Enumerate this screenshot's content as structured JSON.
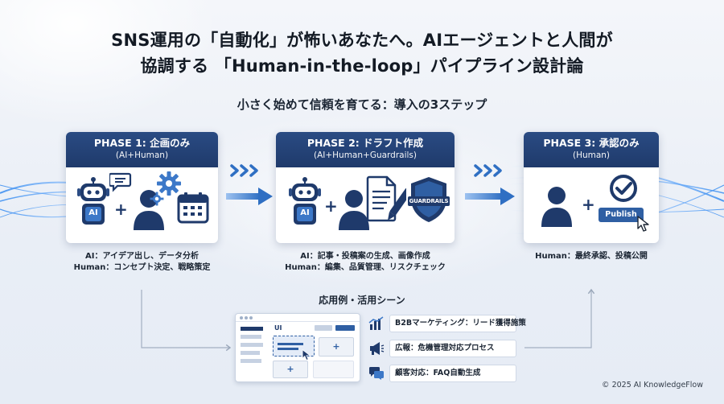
{
  "title": {
    "line1": "SNS運用の「自動化」が怖いあなたへ。AIエージェントと人間が",
    "line2": "協調する 「Human-in-the-loop」パイプライン設計論"
  },
  "subtitle": "小さく始めて信頼を育てる：導入の3ステップ",
  "phases": [
    {
      "title": "PHASE 1: 企画のみ",
      "roles": "(AI+Human)",
      "ai_badge": "AI",
      "desc_line1": "AI：アイデア出し、データ分析",
      "desc_line2": "Human：コンセプト決定、戦略策定"
    },
    {
      "title": "PHASE 2: ドラフト作成",
      "roles": "(AI+Human+Guardrails)",
      "ai_badge": "AI",
      "shield_label": "GUARDRAILS",
      "desc_line1": "AI：記事・投稿案の生成、画像作成",
      "desc_line2": "Human：編集、品質管理、リスクチェック"
    },
    {
      "title": "PHASE 3: 承認のみ",
      "roles": "(Human)",
      "publish_label": "Publish",
      "desc_line1": "Human：最終承認、投稿公開"
    }
  ],
  "use_cases": {
    "title": "応用例・活用シーン",
    "mock_label": "UI",
    "items": [
      {
        "label": "B2Bマーケティング：リード獲得施策",
        "icon": "bar-chart-icon"
      },
      {
        "label": "広報：危機管理対応プロセス",
        "icon": "megaphone-icon"
      },
      {
        "label": "顧客対応：FAQ自動生成",
        "icon": "chat-icon"
      }
    ]
  },
  "copyright": "© 2025 AI KnowledgeFlow",
  "colors": {
    "primary": "#1f3a6b",
    "accent": "#3c78c8",
    "arrow": "#2f6fc3",
    "text": "#1b2533"
  }
}
